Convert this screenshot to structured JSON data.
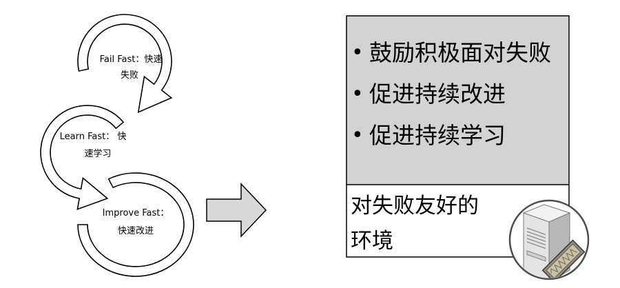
{
  "cycle": {
    "fail": {
      "line1": "Fail Fast：快速",
      "line2": "失败"
    },
    "learn": {
      "line1": "Learn Fast： 快",
      "line2": "速学习"
    },
    "improve": {
      "line1": "Improve Fast：",
      "line2": "快速改进"
    }
  },
  "panel": {
    "bullet_char": "•",
    "bullets": [
      "鼓励积极面对失败",
      "促进持续改进",
      "促进持续学习"
    ],
    "footer": {
      "line1": "对失败友好的",
      "line2": "环境"
    }
  },
  "icons": {
    "cycle_arrows": "circular-arrow-icon",
    "transition_arrow": "right-arrow-icon",
    "environment": "server-icon"
  },
  "colors": {
    "outline": "#000000",
    "ring_fill": "#ffffff",
    "arrow_fill": "#d9d9d9",
    "panel_top_fill": "#d3d3d3",
    "panel_bottom_fill": "#ffffff",
    "icon_ring": "#4d4d4d"
  }
}
